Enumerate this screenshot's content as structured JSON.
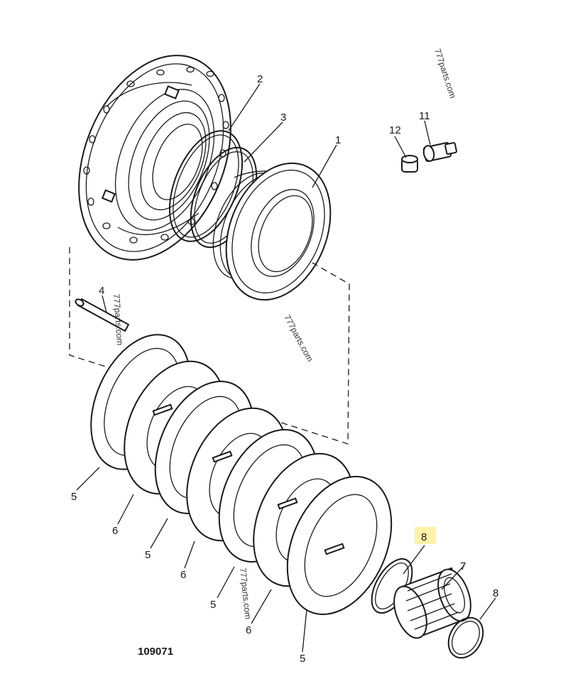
{
  "diagram_ref": "109071",
  "watermark": "777parts.com",
  "highlight_color": "#fff1a6",
  "callouts": {
    "c1": "1",
    "c2": "2",
    "c3": "3",
    "c4": "4",
    "c5a": "5",
    "c5b": "5",
    "c5c": "5",
    "c5d": "5",
    "c6a": "6",
    "c6b": "6",
    "c6c": "6",
    "c7": "7",
    "c8a": "8",
    "c8b": "8",
    "c11": "11",
    "c12": "12"
  }
}
